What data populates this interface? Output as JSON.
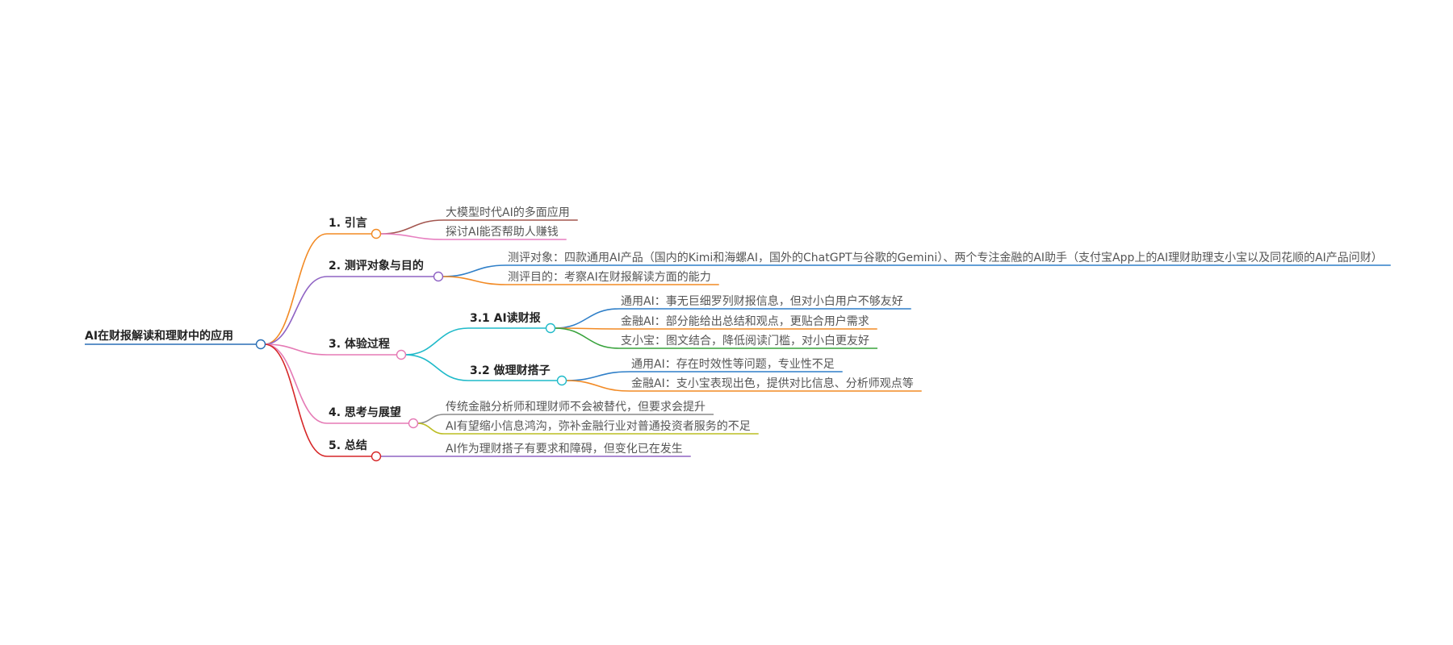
{
  "root": {
    "label": "AI在财报解读和理财中的应用",
    "color": "#2a6fb5",
    "children": [
      {
        "label": "1. 引言",
        "color": "#f28a24",
        "children": [
          {
            "label": "大模型时代AI的多面应用",
            "color": "#a3564f"
          },
          {
            "label": "探讨AI能否帮助人赚钱",
            "color": "#e77fc0"
          }
        ]
      },
      {
        "label": "2. 测评对象与目的",
        "color": "#8f63c4",
        "children": [
          {
            "label": "测评对象：四款通用AI产品（国内的Kimi和海螺AI，国外的ChatGPT与谷歌的Gemini）、两个专注金融的AI助手（支付宝App上的AI理财助理支小宝以及同花顺的AI产品问财）",
            "color": "#2f7fc8"
          },
          {
            "label": "测评目的：考察AI在财报解读方面的能力",
            "color": "#f28a24"
          }
        ]
      },
      {
        "label": "3. 体验过程",
        "color": "#e57ab5",
        "children": [
          {
            "label": "3.1 AI读财报",
            "color": "#1fbac9",
            "children": [
              {
                "label": "通用AI：事无巨细罗列财报信息，但对小白用户不够友好",
                "color": "#2f7fc8"
              },
              {
                "label": "金融AI：部分能给出总结和观点，更贴合用户需求",
                "color": "#f28a24"
              },
              {
                "label": "支小宝：图文结合，降低阅读门槛，对小白更友好",
                "color": "#38a33c"
              }
            ]
          },
          {
            "label": "3.2 做理财搭子",
            "color": "#1fbac9",
            "children": [
              {
                "label": "通用AI：存在时效性等问题，专业性不足",
                "color": "#2f7fc8"
              },
              {
                "label": "金融AI：支小宝表现出色，提供对比信息、分析师观点等",
                "color": "#f28a24"
              }
            ]
          }
        ]
      },
      {
        "label": "4. 思考与展望",
        "color": "#e57ab5",
        "children": [
          {
            "label": "传统金融分析师和理财师不会被替代，但要求会提升",
            "color": "#8a8a8a"
          },
          {
            "label": "AI有望缩小信息鸿沟，弥补金融行业对普通投资者服务的不足",
            "color": "#bcbd22"
          }
        ]
      },
      {
        "label": "5. 总结",
        "color": "#d62728",
        "children": [
          {
            "label": "AI作为理财搭子有要求和障碍，但变化已在发生",
            "color": "#8f63c4"
          }
        ]
      }
    ]
  }
}
